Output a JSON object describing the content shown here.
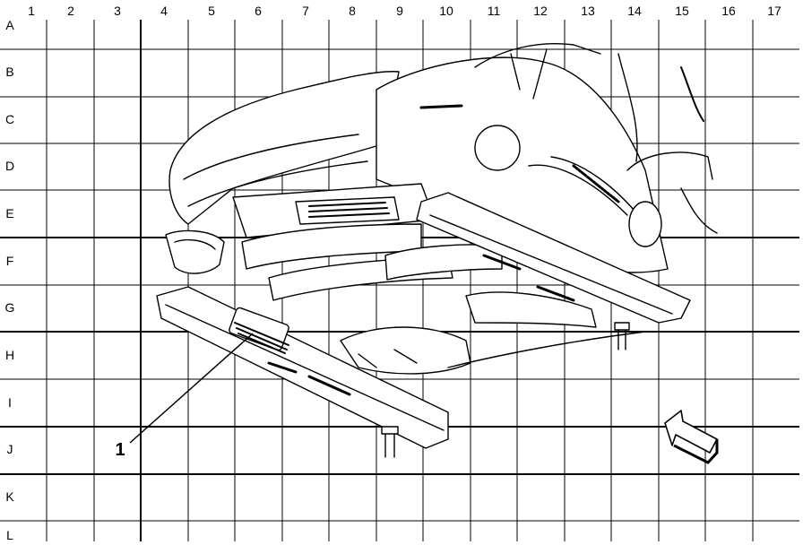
{
  "grid": {
    "columns": [
      "1",
      "2",
      "3",
      "4",
      "5",
      "6",
      "7",
      "8",
      "9",
      "10",
      "11",
      "12",
      "13",
      "14",
      "15",
      "16",
      "17"
    ],
    "rows": [
      "A",
      "B",
      "C",
      "D",
      "E",
      "F",
      "G",
      "H",
      "I",
      "J",
      "K",
      "L"
    ]
  },
  "callouts": [
    {
      "id": "callout-1",
      "label": "1"
    }
  ],
  "colors": {
    "ink": "#000000",
    "background": "#ffffff"
  }
}
